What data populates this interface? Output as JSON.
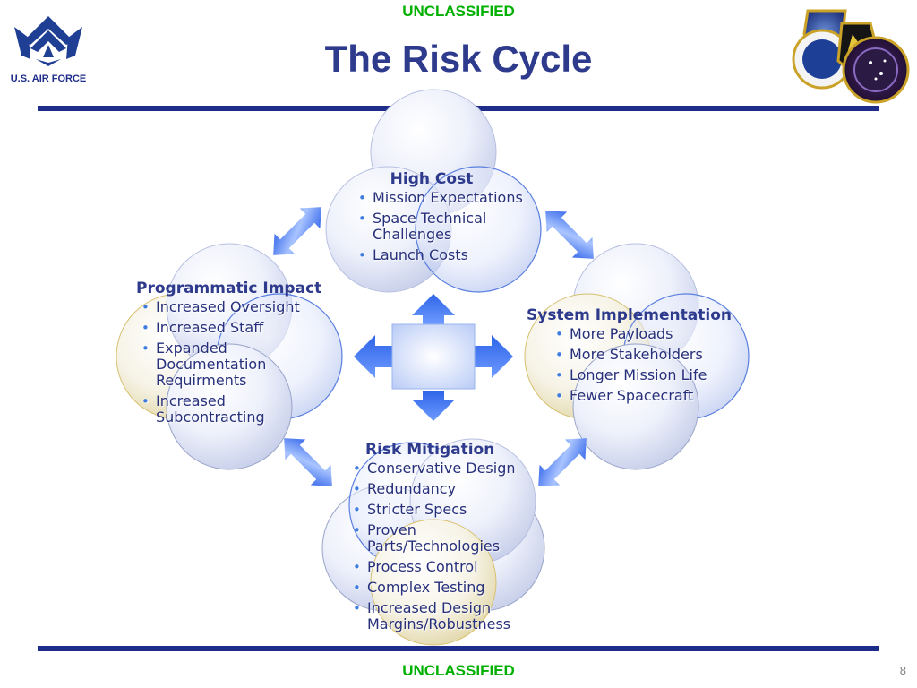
{
  "header": {
    "classification_top": "UNCLASSIFIED",
    "title": "The Risk Cycle",
    "logo_text": "U.S. AIR FORCE"
  },
  "footer": {
    "classification_bottom": "UNCLASSIFIED",
    "page_number": "8"
  },
  "diagram": {
    "high_cost": {
      "title": "High Cost",
      "items": [
        "Mission Expectations",
        "Space Technical",
        "Challenges",
        "Launch Costs"
      ]
    },
    "programmatic_impact": {
      "title": "Programmatic Impact",
      "items": [
        "Increased Oversight",
        "Increased Staff",
        "Expanded",
        "Documentation",
        "Requirments",
        "Increased",
        "Subcontracting"
      ]
    },
    "system_implementation": {
      "title": "System Implementation",
      "items": [
        "More Payloads",
        "More Stakeholders",
        "Longer Mission Life",
        "Fewer Spacecraft"
      ]
    },
    "risk_mitigation": {
      "title": "Risk Mitigation",
      "items": [
        "Conservative Design",
        "Redundancy",
        "Stricter Specs",
        "Proven",
        "Parts/Technologies",
        "Process Control",
        "Complex Testing",
        "Increased Design",
        "Margins/Robustness"
      ]
    }
  },
  "icons": {
    "logo": "air-force-wings-icon",
    "badge": "space-command-badge-icon"
  },
  "colors": {
    "title": "#2e3a8c",
    "classification": "#00b000",
    "rule": "#1f2d8a",
    "bullet": "#3d7de0"
  }
}
